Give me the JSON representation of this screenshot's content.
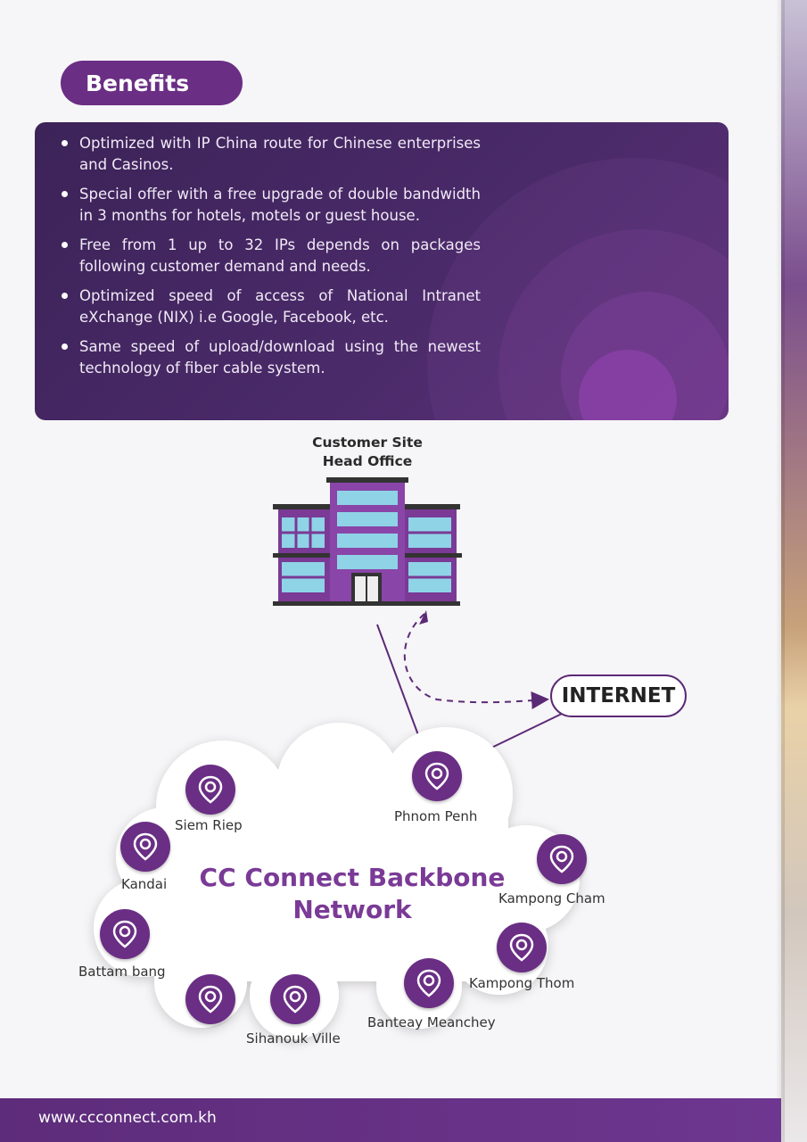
{
  "header": {
    "title": "Benefits"
  },
  "benefits": [
    "Optimized with IP China route for Chinese enterprises and Casinos.",
    "Special offer with a free upgrade of double bandwidth in 3 months for hotels, motels or guest house.",
    "Free from 1 up to 32 IPs depends on packages following customer demand and needs.",
    "Optimized speed of access of National Intranet eXchange (NIX) i.e Google, Facebook, etc.",
    "Same speed of upload/download using the newest technology of fiber cable system."
  ],
  "diagram": {
    "site_label_line1": "Customer Site",
    "site_label_line2": "Head Office",
    "internet_label": "INTERNET",
    "network_title_line1": "CC Connect Backbone",
    "network_title_line2": "Network",
    "nodes": {
      "siem_reap": "Siem Riep",
      "kandai": "Kandai",
      "battambang": "Battam bang",
      "phnom_penh": "Phnom Penh",
      "kampong_cham": "Kampong Cham",
      "kampong_thom": "Kampong Thom",
      "banteay_meanchey": "Banteay Meanchey",
      "sihanouk_ville": "Sihanouk Ville"
    }
  },
  "footer": {
    "url": "www.ccconnect.com.kh"
  },
  "colors": {
    "brand_purple": "#6a2e84",
    "box_dark": "#3c2358"
  },
  "icons": {
    "node": "location-pin-icon",
    "site": "office-building-icon"
  }
}
